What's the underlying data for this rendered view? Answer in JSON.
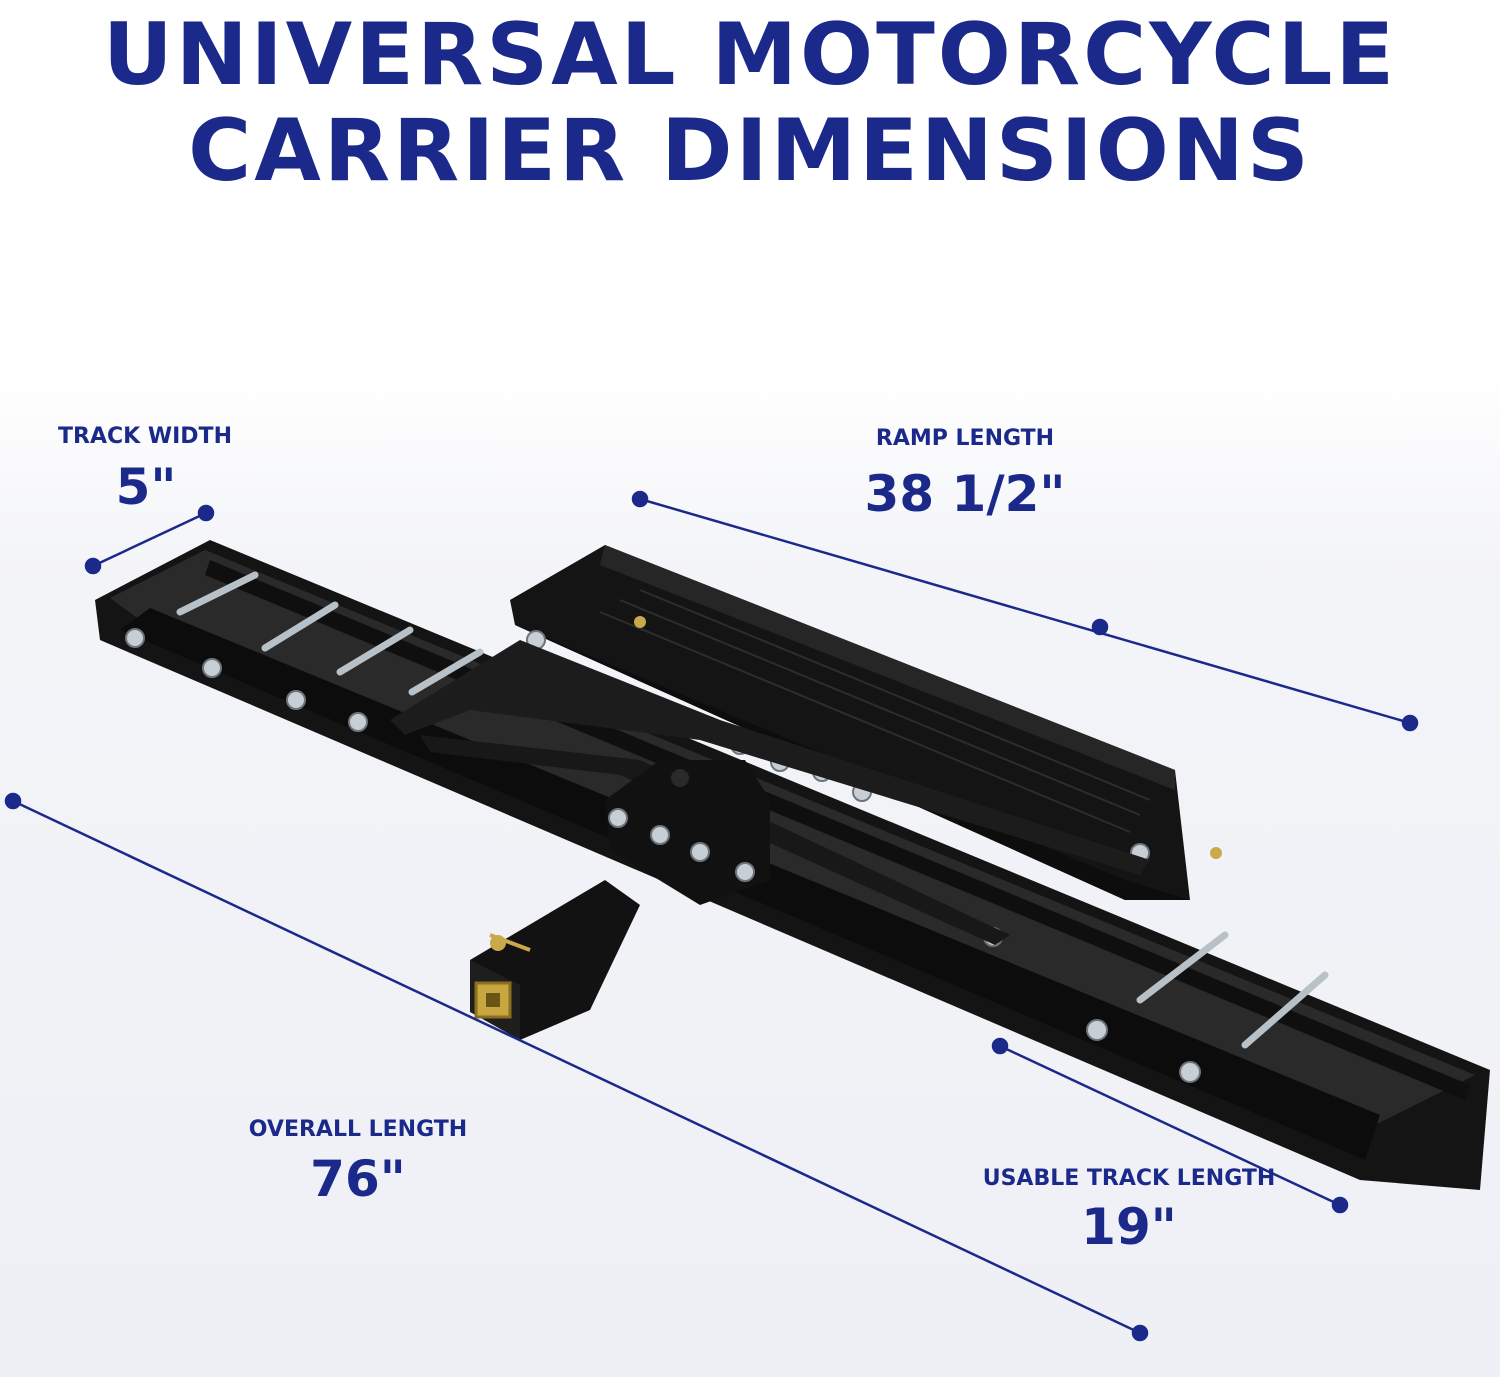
{
  "title": {
    "line1": "UNIVERSAL MOTORCYCLE",
    "line2": "CARRIER DIMENSIONS"
  },
  "dimensions": {
    "track_width": {
      "label": "TRACK WIDTH",
      "value": "5\""
    },
    "ramp_length": {
      "label": "RAMP LENGTH",
      "value": "38 1/2\""
    },
    "overall_length": {
      "label": "OVERALL LENGTH",
      "value": "76\""
    },
    "usable_track_length": {
      "label": "USABLE TRACK LENGTH",
      "value": "19\""
    }
  },
  "colors": {
    "accent": "#1b2a8a",
    "product": "#111111"
  }
}
